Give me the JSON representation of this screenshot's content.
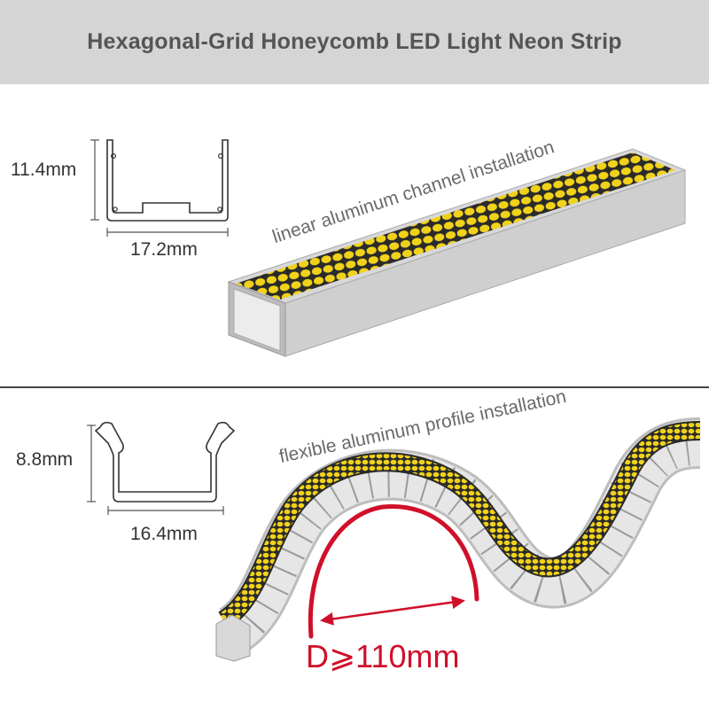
{
  "title": "Hexagonal-Grid Honeycomb LED Light Neon Strip",
  "linear_section": {
    "caption": "linear aluminum channel installation",
    "height_label": "11.4mm",
    "width_label": "17.2mm"
  },
  "flexible_section": {
    "caption": "flexible aluminum profile installation",
    "height_label": "8.8mm",
    "width_label": "16.4mm",
    "bend_label": "D⩾110mm"
  },
  "colors": {
    "header_bg": "#d5d5d5",
    "led_yellow": "#f1d21a",
    "accent_red": "#d0102a",
    "profile_grey": "#c4c4c4"
  }
}
